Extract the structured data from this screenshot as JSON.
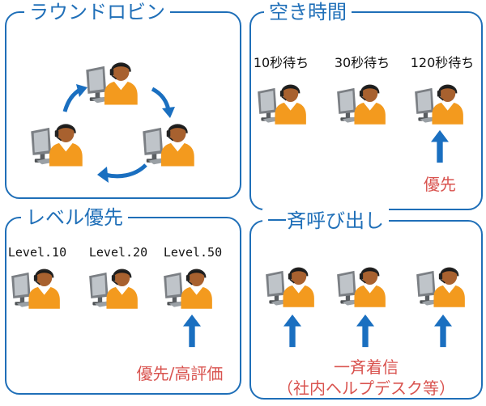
{
  "panels": {
    "round_robin": {
      "title": "ラウンドロビン"
    },
    "idle_time": {
      "title": "空き時間",
      "labels": [
        "10秒待ち",
        "30秒待ち",
        "120秒待ち"
      ],
      "note": "優先"
    },
    "level_priority": {
      "title": "レベル優先",
      "labels": [
        "Level.10",
        "Level.20",
        "Level.50"
      ],
      "note": "優先/高評価"
    },
    "simultaneous": {
      "title": "一斉呼び出し",
      "note_line1": "一斉着信",
      "note_line2": "（社内ヘルプデスク等）"
    }
  },
  "colors": {
    "accent": "#1f6fb8",
    "arrow": "#1a6fc0",
    "note": "#d9534f",
    "shirt": "#f39a1e",
    "skin": "#a8612f",
    "hair": "#1a1a1a",
    "monitor": "#6b6f73"
  },
  "icons": {
    "agent": "headset-operator-icon",
    "arrow": "up-arrow-icon",
    "rotation": "curved-arrow-icon"
  }
}
